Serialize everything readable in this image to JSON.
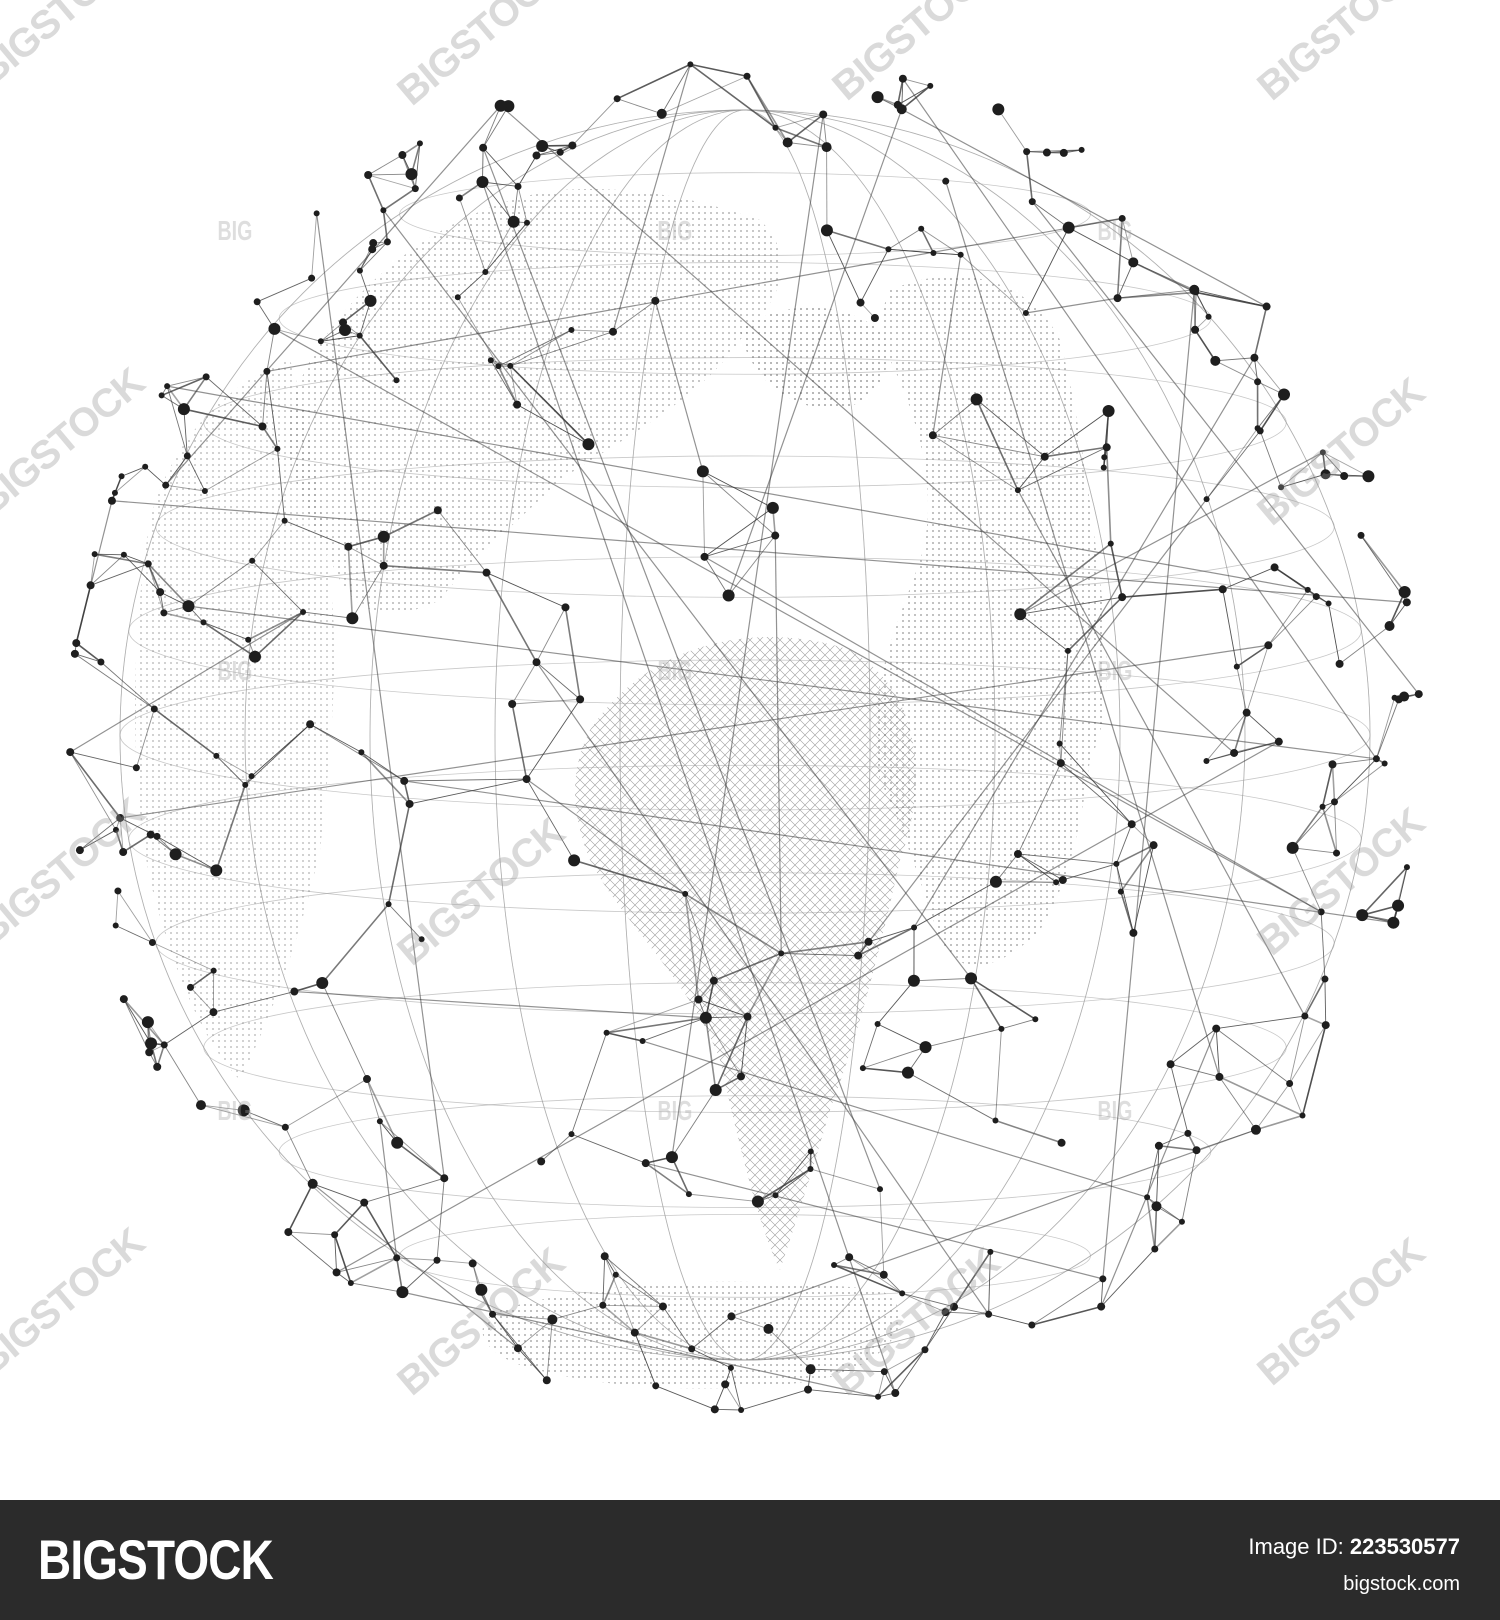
{
  "image": {
    "description_tags": [
      "globe-icon",
      "network-icon"
    ],
    "colors": {
      "background": "#ffffff",
      "line": "#3a3a3a",
      "node": "#1e1e1e",
      "footer_background": "#2b2b2b",
      "footer_text": "#ffffff"
    }
  },
  "watermarks": {
    "diagonal": "BIGSTOCK",
    "small": "BIG"
  },
  "footer": {
    "logo": "BIGSTOCK",
    "image_id_label": "Image ID:",
    "image_id": "223530577",
    "url": "bigstock.com"
  }
}
